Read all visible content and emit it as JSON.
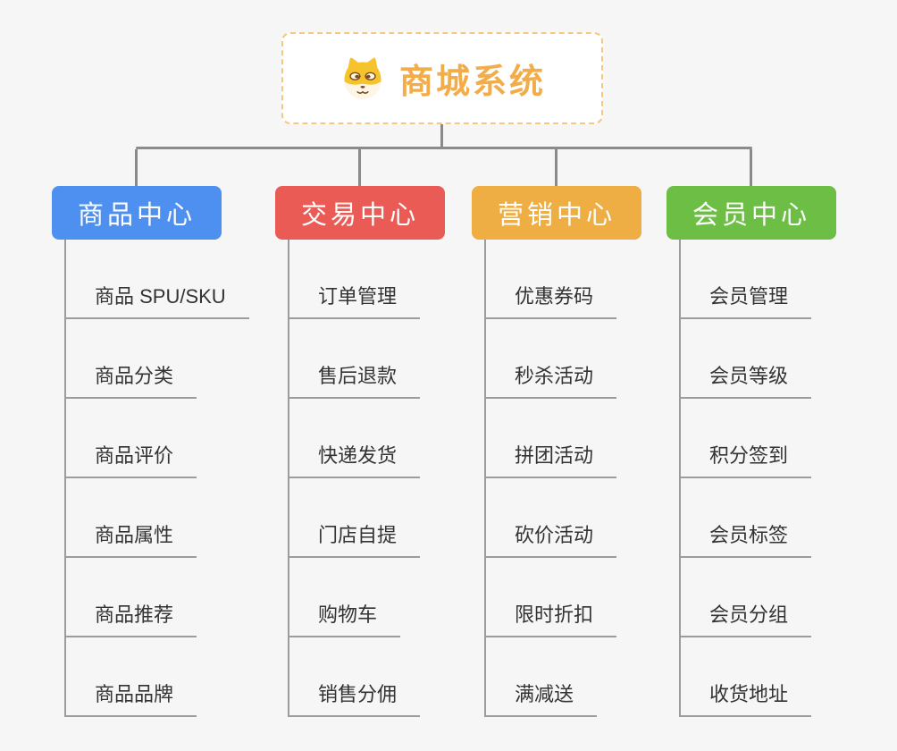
{
  "root": {
    "title": "商城系统",
    "icon": "dog-face-icon"
  },
  "branches": [
    {
      "label": "商品中心",
      "color": "#4e90ef",
      "children": [
        "商品 SPU/SKU",
        "商品分类",
        "商品评价",
        "商品属性",
        "商品推荐",
        "商品品牌"
      ]
    },
    {
      "label": "交易中心",
      "color": "#ea5b55",
      "children": [
        "订单管理",
        "售后退款",
        "快递发货",
        "门店自提",
        "购物车",
        "销售分佣"
      ]
    },
    {
      "label": "营销中心",
      "color": "#efae43",
      "children": [
        "优惠券码",
        "秒杀活动",
        "拼团活动",
        "砍价活动",
        "限时折扣",
        "满减送"
      ]
    },
    {
      "label": "会员中心",
      "color": "#6cbe45",
      "children": [
        "会员管理",
        "会员等级",
        "积分签到",
        "会员标签",
        "会员分组",
        "收货地址"
      ]
    }
  ],
  "colors": {
    "background": "#f6f6f7",
    "connector": "#8b8b8b",
    "child_line": "#9c9c9c",
    "root_border": "#f6c87f",
    "root_text": "#f2ac49",
    "header_text": "#ffffff",
    "child_text": "#333333"
  }
}
